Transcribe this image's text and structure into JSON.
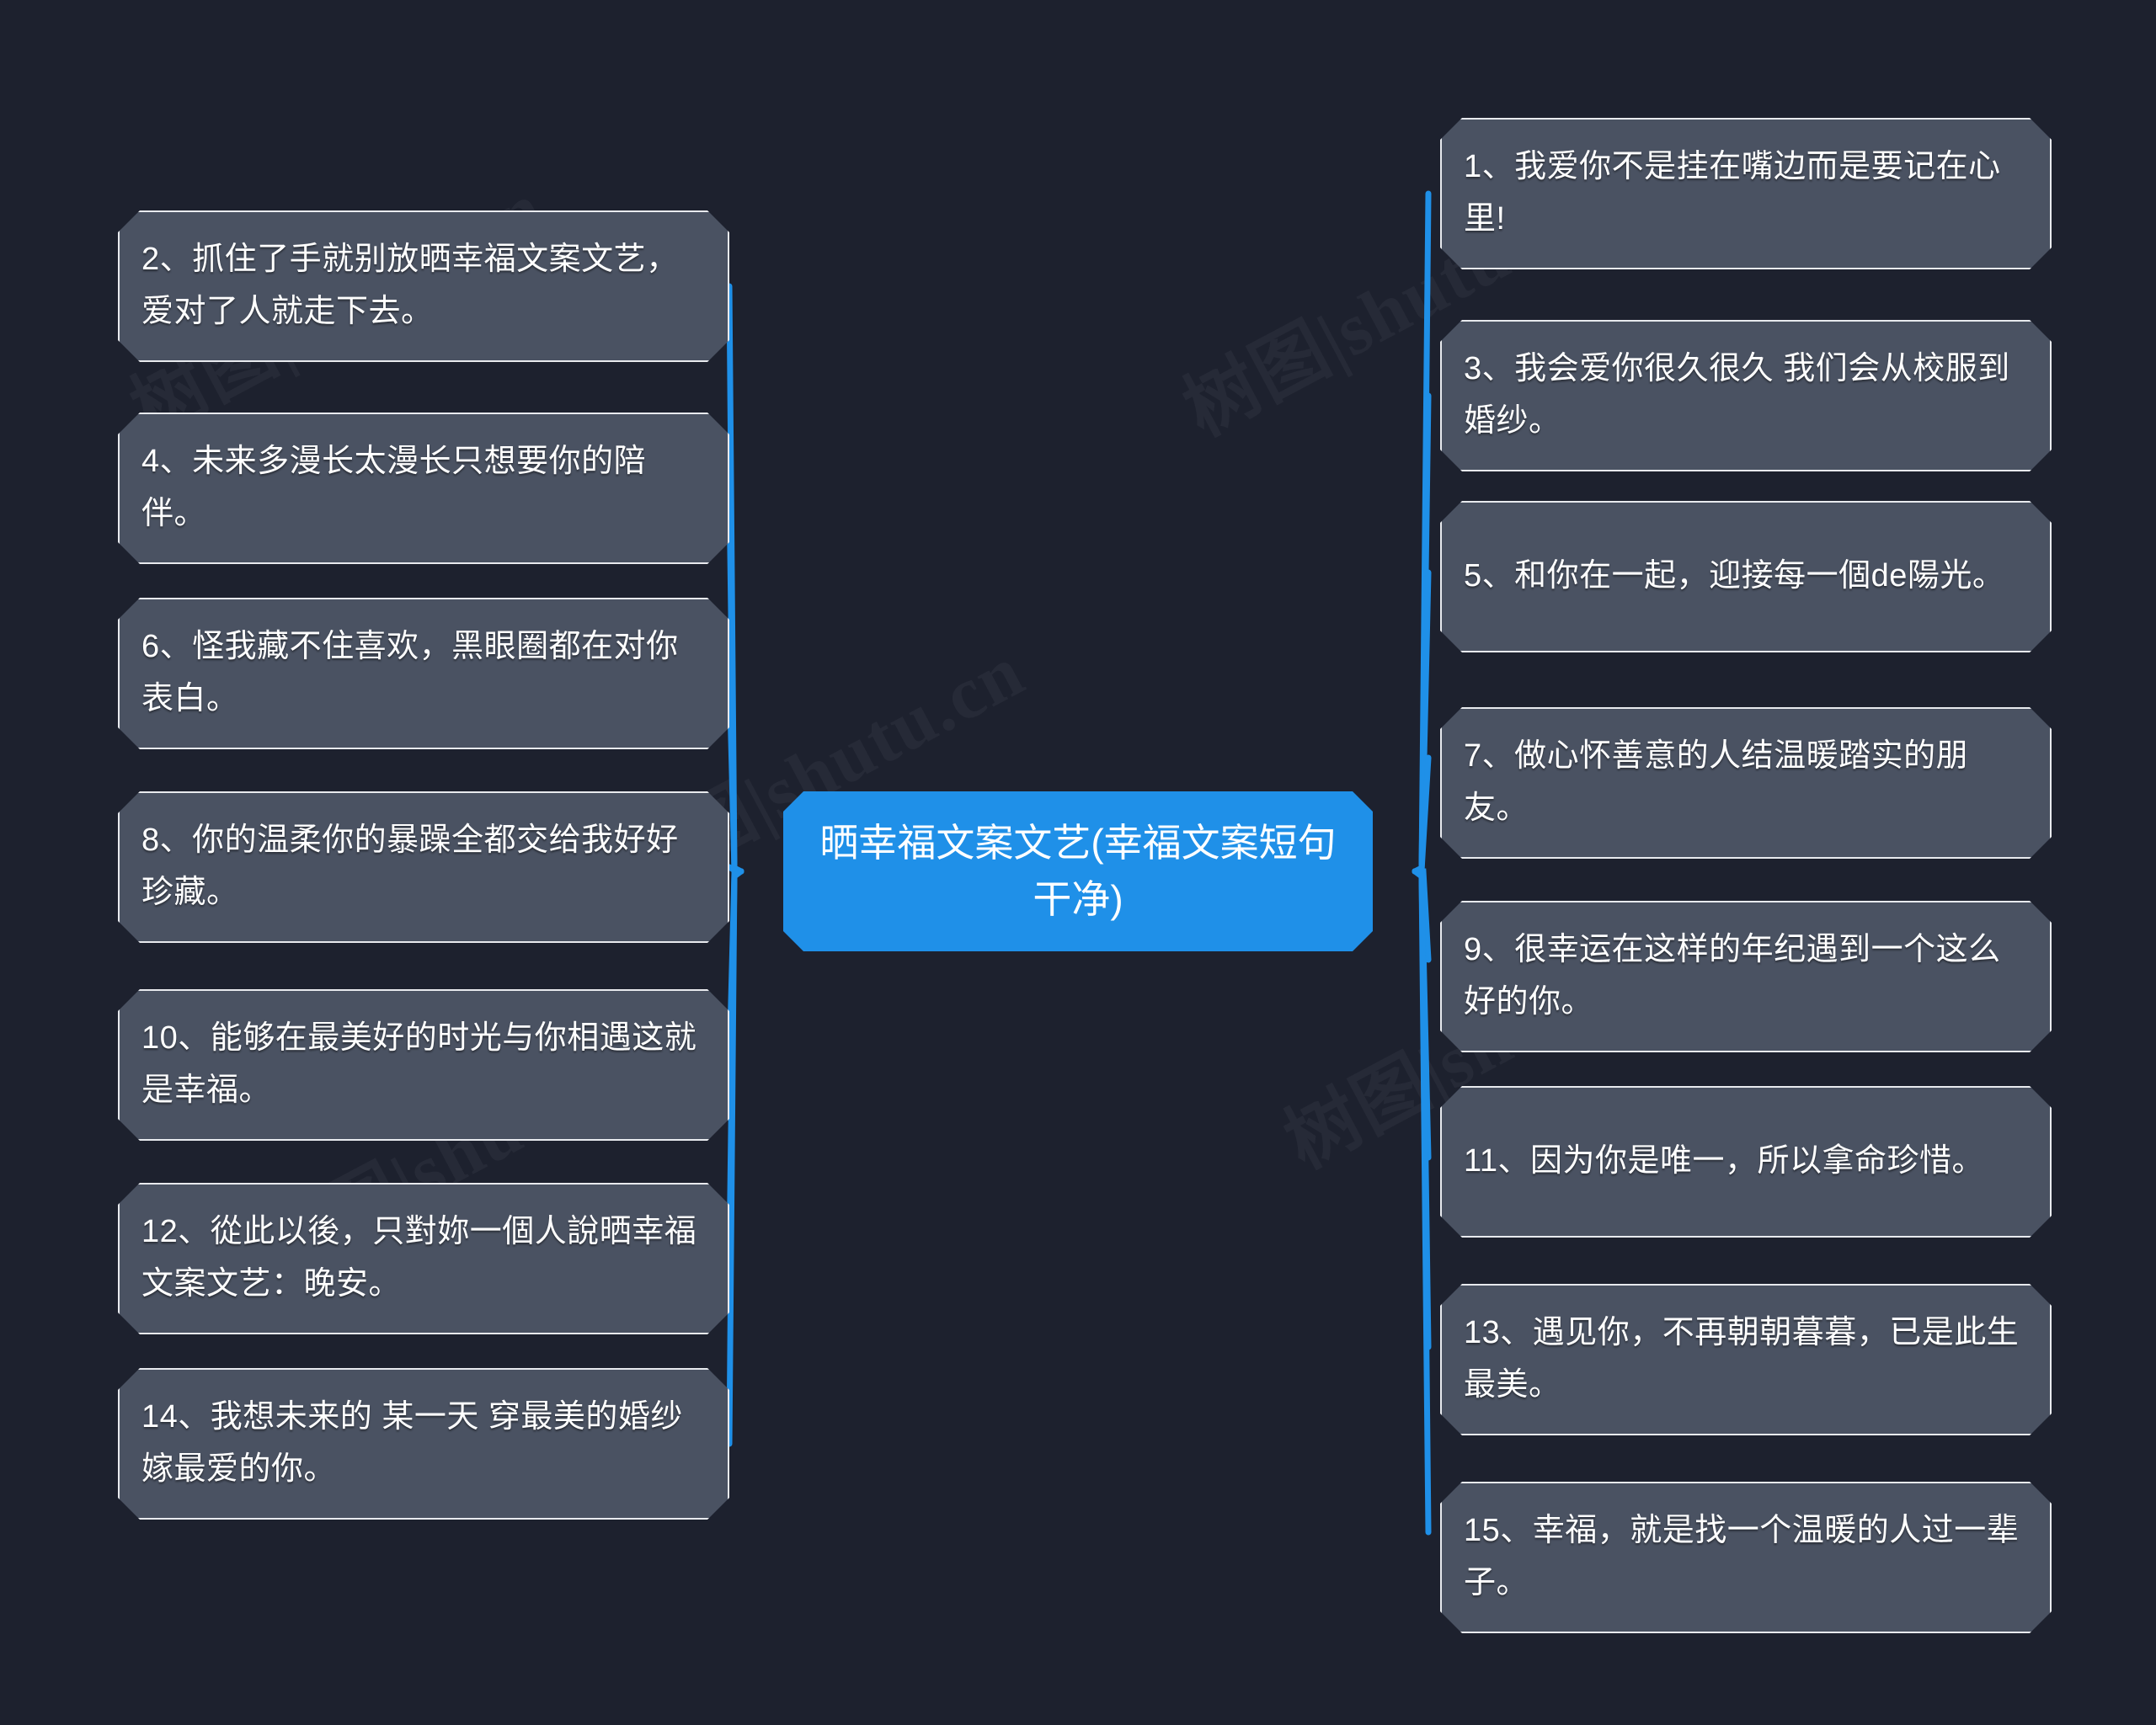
{
  "diagram": {
    "type": "mindmap",
    "background_color": "#1d212e",
    "accent_color": "#1f90e8",
    "node_fill_color": "#4a5262",
    "node_border_color": "#e8eaee",
    "text_color": "#ffffff",
    "watermark": "树图|shutu.cn",
    "central": {
      "label": "晒幸福文案文艺(幸福文案短句干净)"
    },
    "branches_left": [
      {
        "index": "2",
        "label": "2、抓住了手就别放晒幸福文案文艺，爱对了人就走下去。"
      },
      {
        "index": "4",
        "label": "4、未来多漫长太漫长只想要你的陪伴。"
      },
      {
        "index": "6",
        "label": "6、怪我藏不住喜欢，黑眼圈都在对你表白。"
      },
      {
        "index": "8",
        "label": "8、你的温柔你的暴躁全都交给我好好珍藏。"
      },
      {
        "index": "10",
        "label": "10、能够在最美好的时光与你相遇这就是幸福。"
      },
      {
        "index": "12",
        "label": "12、從此以後，只對妳一個人說晒幸福文案文艺：晚安。"
      },
      {
        "index": "14",
        "label": "14、我想未来的 某一天 穿最美的婚纱 嫁最爱的你。"
      }
    ],
    "branches_right": [
      {
        "index": "1",
        "label": "1、我爱你不是挂在嘴边而是要记在心里!"
      },
      {
        "index": "3",
        "label": "3、我会爱你很久很久 我们会从校服到婚纱。"
      },
      {
        "index": "5",
        "label": "5、和你在一起，迎接每一個de陽光。"
      },
      {
        "index": "7",
        "label": "7、做心怀善意的人结温暖踏实的朋友。"
      },
      {
        "index": "9",
        "label": "9、很幸运在这样的年纪遇到一个这么好的你。"
      },
      {
        "index": "11",
        "label": "11、因为你是唯一，所以拿命珍惜。"
      },
      {
        "index": "13",
        "label": "13、遇见你，不再朝朝暮暮，已是此生最美。"
      },
      {
        "index": "15",
        "label": "15、幸福，就是找一个温暖的人过一辈子。"
      }
    ]
  }
}
